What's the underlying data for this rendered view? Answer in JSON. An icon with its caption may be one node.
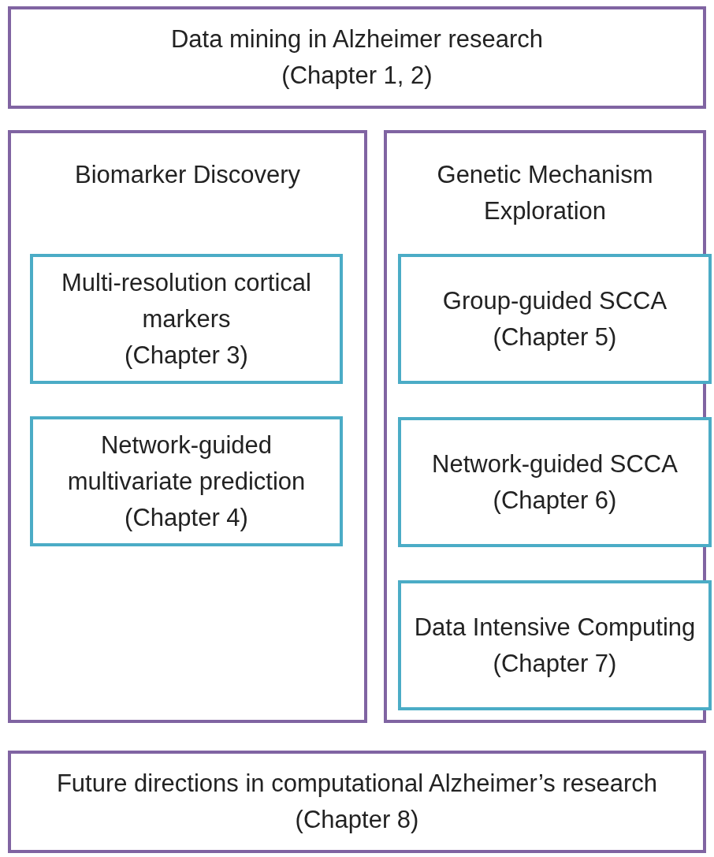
{
  "diagram": {
    "nodes": [
      {
        "text": [
          "Data mining in Alzheimer research",
          "(Chapter 1, 2)"
        ]
      },
      {
        "text": [
          "Biomarker Discovery"
        ]
      },
      {
        "text": [
          "Multi-resolution cortical markers",
          "(Chapter 3)"
        ],
        "in": 1
      },
      {
        "text": [
          "Network-guided multivariate prediction",
          "(Chapter 4)"
        ],
        "in": 1
      },
      {
        "text": [
          "Genetic Mechanism Exploration"
        ]
      },
      {
        "text": [
          "Group-guided SCCA",
          "(Chapter 5)"
        ],
        "in": 4
      },
      {
        "text": [
          "Network-guided SCCA",
          "(Chapter 6)"
        ],
        "in": 4
      },
      {
        "text": [
          "Data Intensive Computing",
          "(Chapter 7)"
        ],
        "in": 4
      },
      {
        "text": [
          "Future directions in computational Alzheimer’s research",
          "(Chapter 8)"
        ]
      }
    ]
  }
}
